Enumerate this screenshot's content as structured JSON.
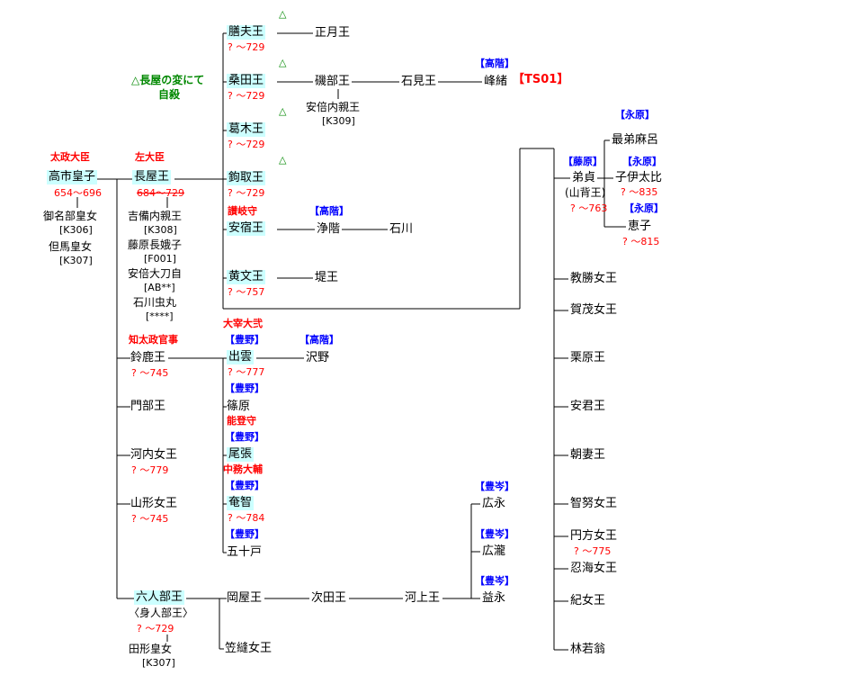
{
  "colors": {
    "highlight": "#ccffff",
    "red": "#ff0000",
    "blue": "#0000ff",
    "green": "#008800",
    "line": "#000000"
  },
  "note": {
    "line1": "△長屋の変にて",
    "line2": "自殺"
  },
  "suicide_mark": "△",
  "people": {
    "takechi": {
      "title": "太政大臣",
      "name": "高市皇子",
      "dates": "654～696",
      "consorts": [
        {
          "name": "御名部皇女",
          "ref": "[K306]"
        },
        {
          "name": "但馬皇女",
          "ref": "[K307]"
        }
      ]
    },
    "nagaya": {
      "title": "左大臣",
      "name": "長屋王",
      "dates": "684～729",
      "consorts": [
        {
          "name": "吉備内親王",
          "ref": "[K308]"
        },
        {
          "name": "藤原長娥子",
          "ref": "[F001]"
        },
        {
          "name": "安倍大刀自",
          "ref": "[AB**]"
        },
        {
          "name": "石川虫丸",
          "ref": "[****]"
        }
      ]
    },
    "kashiwade": {
      "name": "膳夫王",
      "dates": "? ～729"
    },
    "shogatsu": {
      "name": "正月王"
    },
    "kuwata": {
      "name": "桑田王",
      "dates": "? ～729"
    },
    "isobe": {
      "name": "磯部王",
      "consorts": [
        {
          "name": "安倍内親王",
          "ref": "[K309]"
        }
      ]
    },
    "iwami": {
      "name": "石見王"
    },
    "mineo": {
      "clan": "【高階】",
      "name": "峰緒",
      "tag": "【TS01】"
    },
    "katsuragi": {
      "name": "葛木王",
      "dates": "? ～729"
    },
    "kagitori": {
      "name": "鉤取王",
      "dates": "? ～729"
    },
    "asukabe": {
      "title": "讃岐守",
      "name": "安宿王"
    },
    "jokai": {
      "clan": "【高階】",
      "name": "浄階"
    },
    "ishikawa": {
      "name": "石川"
    },
    "kibumi": {
      "name": "黄文王",
      "dates": "? ～757"
    },
    "tsutsumi": {
      "name": "堤王"
    },
    "suzuka": {
      "title": "知太政官事",
      "name": "鈴鹿王",
      "dates": "? ～745"
    },
    "kadobe": {
      "name": "門部王"
    },
    "kawachi": {
      "name": "河内女王",
      "dates": "? ～779"
    },
    "yamagata": {
      "name": "山形女王",
      "dates": "? ～745"
    },
    "mutobe": {
      "name": "六人部王",
      "alias": "〈身人部王〉",
      "dates": "? ～729",
      "consorts": [
        {
          "name": "田形皇女",
          "ref": "[K307]"
        }
      ]
    },
    "izumo": {
      "title": "大宰大弐",
      "clan": "【豊野】",
      "name": "出雲",
      "dates": "? ～777"
    },
    "sawano": {
      "clan": "【高階】",
      "name": "沢野"
    },
    "shinohara": {
      "clan": "【豊野】",
      "name": "篠原"
    },
    "owari": {
      "title": "能登守",
      "clan": "【豊野】",
      "name": "尾張"
    },
    "amachi": {
      "title": "中務大輔",
      "clan": "【豊野】",
      "name": "奄智",
      "dates": "? ～784"
    },
    "isohe": {
      "clan": "【豊野】",
      "name": "五十戸"
    },
    "okaya": {
      "name": "岡屋王"
    },
    "tsugita": {
      "name": "次田王"
    },
    "kawakami": {
      "name": "河上王"
    },
    "hironaga": {
      "clan": "【豊岑】",
      "name": "広永"
    },
    "hirotaki": {
      "clan": "【豊岑】",
      "name": "広瀧"
    },
    "masunaga": {
      "clan": "【豊岑】",
      "name": "益永"
    },
    "kasanui": {
      "name": "笠縫女王"
    },
    "otosada": {
      "clan": "【藤原】",
      "name": "弟貞",
      "alias": "(山背王)",
      "dates": "? ～763"
    },
    "saiotomaro": {
      "clan": "【永原】",
      "name": "最弟麻呂"
    },
    "koitahi": {
      "clan": "【永原】",
      "name": "子伊太比",
      "dates": "? ～835"
    },
    "keishi": {
      "clan": "【永原】",
      "name": "恵子",
      "dates": "? ～815"
    },
    "kyosho": {
      "name": "教勝女王"
    },
    "kamo": {
      "name": "賀茂女王"
    },
    "kurihara": {
      "name": "栗原王"
    },
    "yasugimi": {
      "name": "安君王"
    },
    "asazuma": {
      "name": "朝妻王"
    },
    "chinu": {
      "name": "智努女王"
    },
    "madokata": {
      "name": "円方女王",
      "dates": "? ～775"
    },
    "oshinumi": {
      "name": "忍海女王"
    },
    "kino": {
      "name": "紀女王"
    },
    "rinjakuo": {
      "name": "林若翁"
    }
  }
}
